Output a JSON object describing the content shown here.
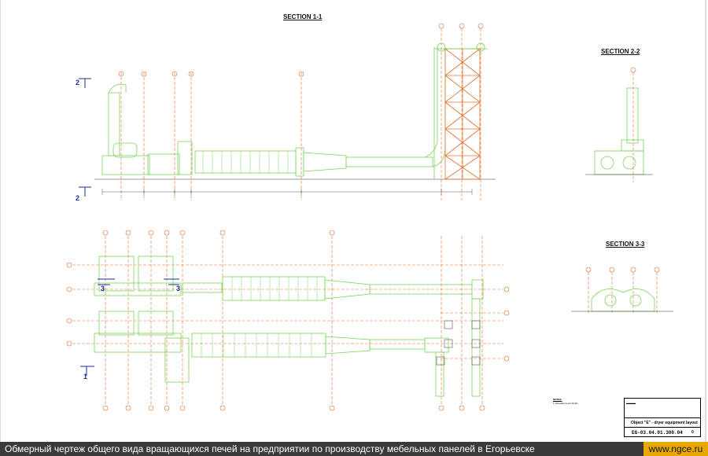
{
  "sections": {
    "s11": "SECTION 1-1",
    "s22": "SECTION 2-2",
    "s33": "SECTION 3-3"
  },
  "cut_marks": {
    "two": "2",
    "three": "3",
    "one": "1"
  },
  "titleblock": {
    "object": "Object \"E\" - dryer equipment layout",
    "code": "EG-03.04.01.300.04",
    "rev": "0"
  },
  "notes": {
    "title": "NOTES:",
    "text": "1. Elevation level ±0,00..."
  },
  "caption": {
    "text": "Обмерный чертеж общего вида вращающихся печей на предприятии по производству мебельных панелей в Егорьевске",
    "url": "www.ngce.ru"
  },
  "colors": {
    "equipment": "#7bd35a",
    "axis": "#e0702c",
    "caption_bg": "#3a3a3a",
    "url_bg": "#e8a800"
  }
}
